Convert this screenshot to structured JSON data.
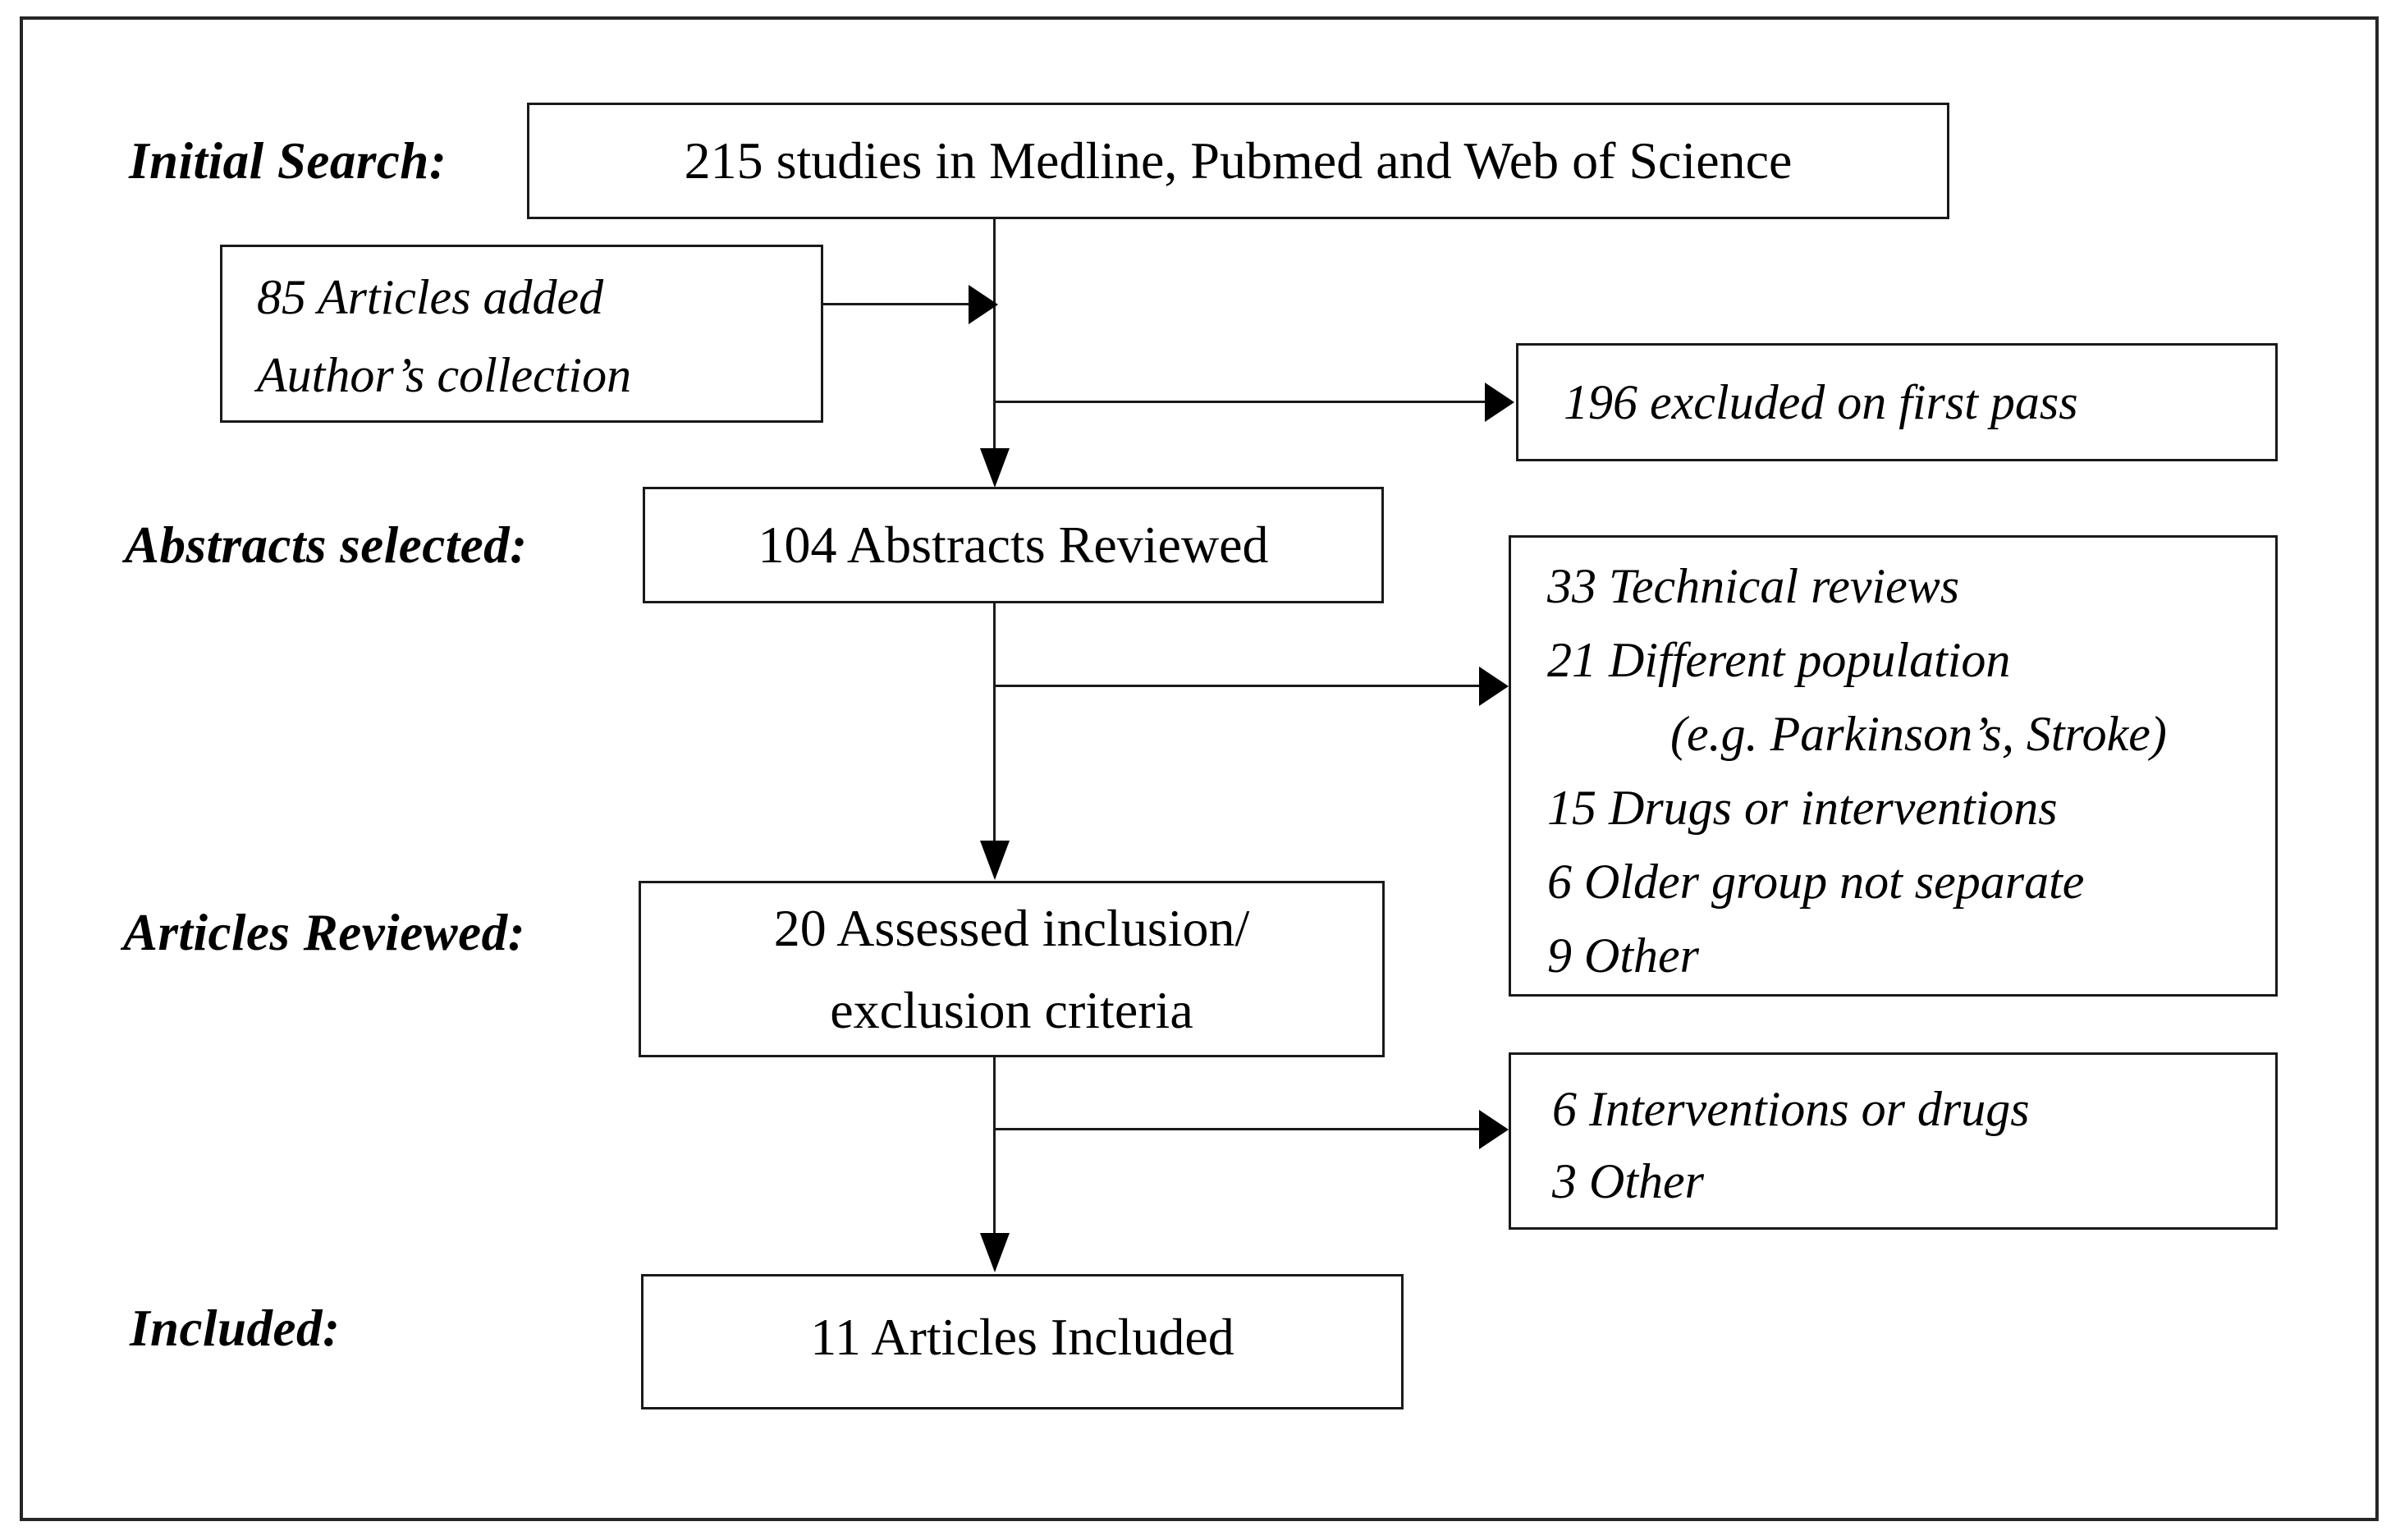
{
  "diagram": {
    "kind": "study-selection-flowchart",
    "ink_color": "#000000",
    "background_color": "#ffffff"
  },
  "stage_labels": {
    "initial_search": "Initial Search:",
    "abstracts_selected": "Abstracts selected:",
    "articles_reviewed": "Articles Reviewed:",
    "included": "Included:"
  },
  "main_flow": {
    "initial_search": {
      "text": "215 studies in Medline, Pubmed and Web of Science"
    },
    "abstracts_reviewed": {
      "text": "104 Abstracts Reviewed"
    },
    "assessed": {
      "line1": "20 Assessed inclusion/",
      "line2": "exclusion criteria"
    },
    "included": {
      "text": "11 Articles Included"
    }
  },
  "side_boxes": {
    "added": {
      "line1": "85 Articles added",
      "line2": "Author’s collection"
    },
    "excluded_first_pass": {
      "text": "196 excluded on first pass"
    },
    "excluded_second_pass": {
      "lines": [
        "33 Technical reviews",
        "21 Different population",
        "(e.g. Parkinson’s, Stroke)",
        "15 Drugs or interventions",
        "6 Older group not separate",
        "9 Other"
      ]
    },
    "excluded_third_pass": {
      "lines": [
        "6 Interventions or drugs",
        "3 Other"
      ]
    }
  }
}
